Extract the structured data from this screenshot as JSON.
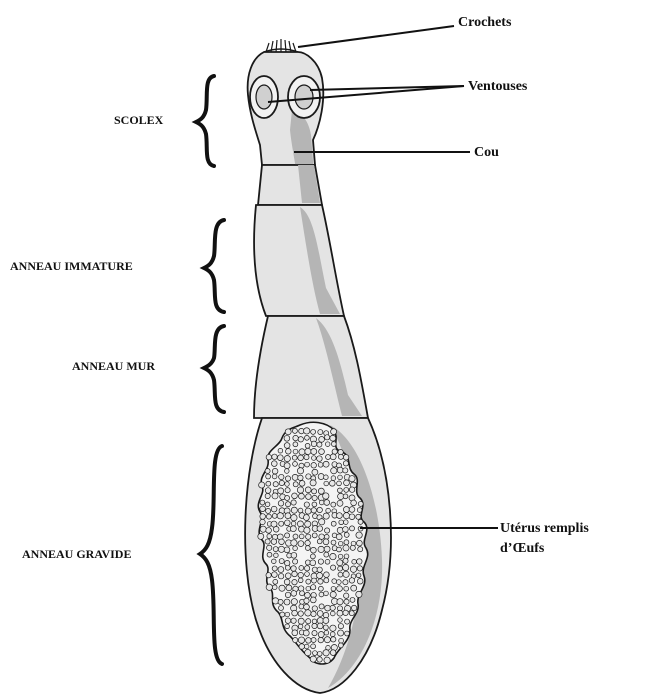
{
  "labels": {
    "crochets": "Crochets",
    "ventouses": "Ventouses",
    "cou": "Cou",
    "scolex": "SCOLEX",
    "anneau_immature": "ANNEAU IMMATURE",
    "anneau_mur": "ANNEAU MUR",
    "anneau_gravide": "ANNEAU GRAVIDE",
    "uterus_line1": "Utérus remplis",
    "uterus_line2": "d’Œufs"
  },
  "colors": {
    "outline": "#1a1a1a",
    "body_light": "#e4e4e4",
    "body_shade": "#b5b5b5",
    "uterus_fill": "#f4f4f4",
    "egg_fill": "#e8e8e8"
  }
}
